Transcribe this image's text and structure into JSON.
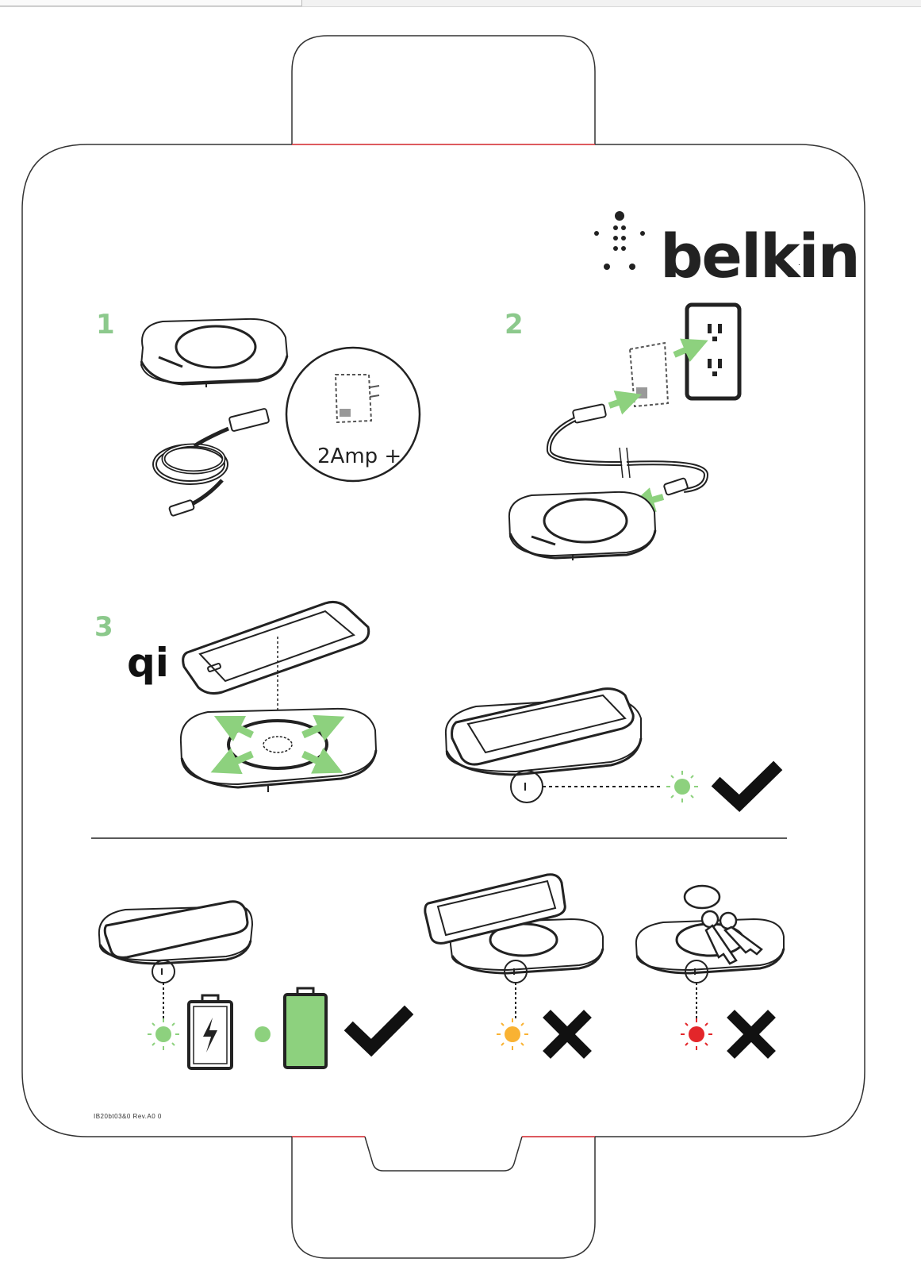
{
  "brand": {
    "name": "belkin",
    "trademark": "."
  },
  "steps": [
    {
      "number": "1",
      "adapter_label": "2Amp +"
    },
    {
      "number": "2"
    },
    {
      "number": "3",
      "standard_logo": "qi"
    }
  ],
  "indicators": {
    "ok": "#8dd17e",
    "warning": "#f9b233",
    "error": "#e3262a",
    "accent": "#8cc98c",
    "cut_line": "#d2232a"
  },
  "icons": [
    "belkin-logo-icon",
    "charging-pad-icon",
    "usb-cable-icon",
    "wall-adapter-icon",
    "wall-outlet-icon",
    "phone-icon",
    "arrow-icon",
    "led-light-icon",
    "battery-charging-icon",
    "battery-full-icon",
    "check-icon",
    "cross-icon",
    "keys-icon"
  ],
  "footer": {
    "part_code": "IB20bt03&0 Rev.A0 0"
  }
}
